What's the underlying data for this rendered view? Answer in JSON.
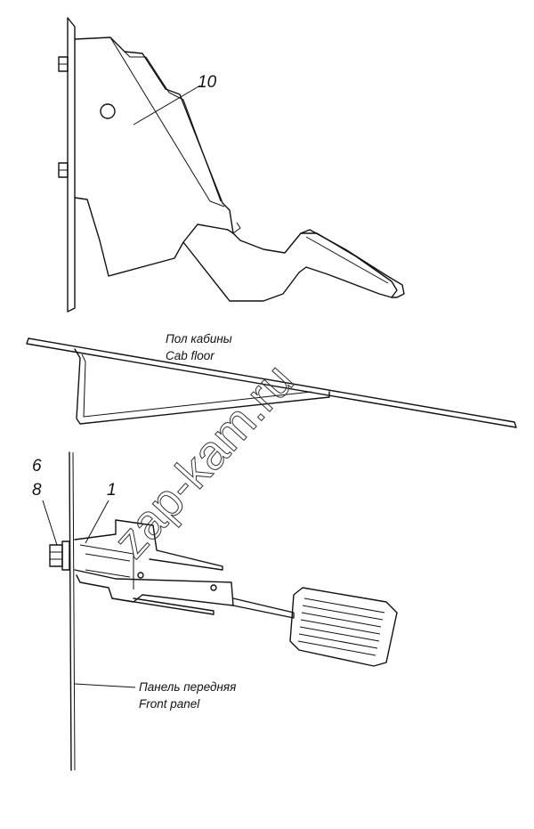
{
  "callouts": {
    "part_10": "10",
    "part_6": "6",
    "part_8": "8",
    "part_1": "1"
  },
  "labels": {
    "cab_floor_ru": "Пол кабины",
    "cab_floor_en": "Cab floor",
    "front_panel_ru": "Панель передняя",
    "front_panel_en": "Front panel"
  },
  "watermark": "zap-kam.ru"
}
